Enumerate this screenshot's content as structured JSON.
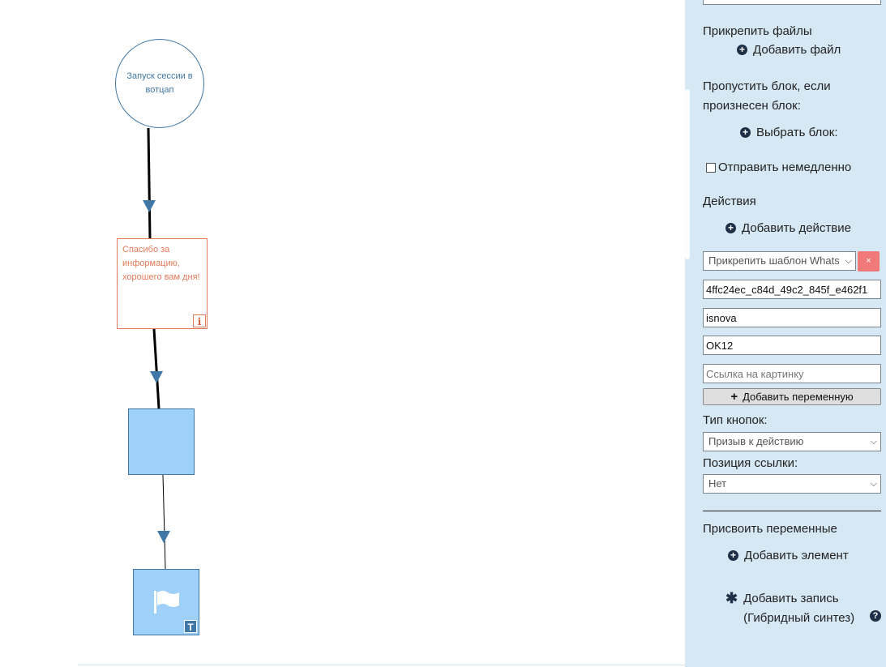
{
  "canvas": {
    "nodes": {
      "start_label": "Запуск сессии в вотцап",
      "message_text": "Спасибо за информацию, хорошего вам дня!",
      "info_badge": "i",
      "template_badge": "T"
    }
  },
  "panel": {
    "attach_files_label": "Прикрепить файлы",
    "add_file_label": "Добавить файл",
    "skip_block_label": "Пропустить блок, если произнесен блок:",
    "choose_block_label": "Выбрать блок:",
    "send_now_label": "Отправить немедленно",
    "send_now_checked": false,
    "actions_label": "Действия",
    "add_action_label": "Добавить действие",
    "action_select_value": "Прикрепить шаблон Whats",
    "remove_label": "×",
    "template_id_value": "4ffc24ec_c84d_49c2_845f_e462f1",
    "namespace_value": "isnova",
    "code_value": "OK12",
    "image_link_placeholder": "Ссылка на картинку",
    "add_variable_label": "Добавить переменную",
    "button_type_label": "Тип кнопок:",
    "button_type_value": "Призыв к действию",
    "link_position_label": "Позиция ссылки:",
    "link_position_value": "Нет",
    "assign_vars_label": "Присвоить переменные",
    "add_element_label": "Добавить элемент",
    "add_record_label": "Добавить запись (Гибридный синтез)",
    "help_symbol": "?"
  },
  "colors": {
    "panel_bg": "#d5e8f4",
    "node_blue": "#9fd0fa",
    "node_border": "#3f77a6",
    "text_node_accent": "#e07b5a",
    "delete_red": "#f07a7a"
  },
  "icons": [
    "plus-circle-icon",
    "asterisk-icon",
    "question-circle-icon",
    "flag-icon",
    "info-icon",
    "chevron-down-icon",
    "plus-icon"
  ]
}
